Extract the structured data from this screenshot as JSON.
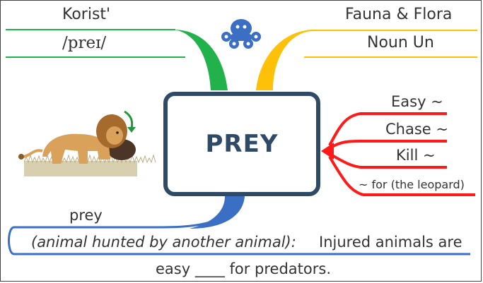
{
  "central": {
    "word": "PREY"
  },
  "left_top": {
    "word_label": "Korist'",
    "pronunciation": "/preɪ/"
  },
  "right_top": {
    "category": "Fauna & Flora",
    "part_of_speech": "Noun Un"
  },
  "collocations": [
    "Easy ~",
    "Chase ~",
    "Kill ~",
    "~ for (the leopard)"
  ],
  "bottom": {
    "word": "prey",
    "definition": "(animal hunted by another animal):",
    "example_start": "Injured animals are",
    "example_end": "easy ____ for predators."
  },
  "icons": {
    "logo": "octopus-logo",
    "illustration": "lion-hunting-prey-illustration",
    "arrow": "green-arrow-icon"
  },
  "colors": {
    "green": "#22b24c",
    "yellow": "#ffc107",
    "red": "#ff1a1a",
    "blue": "#3a6fc4",
    "navy": "#2f4a66"
  }
}
